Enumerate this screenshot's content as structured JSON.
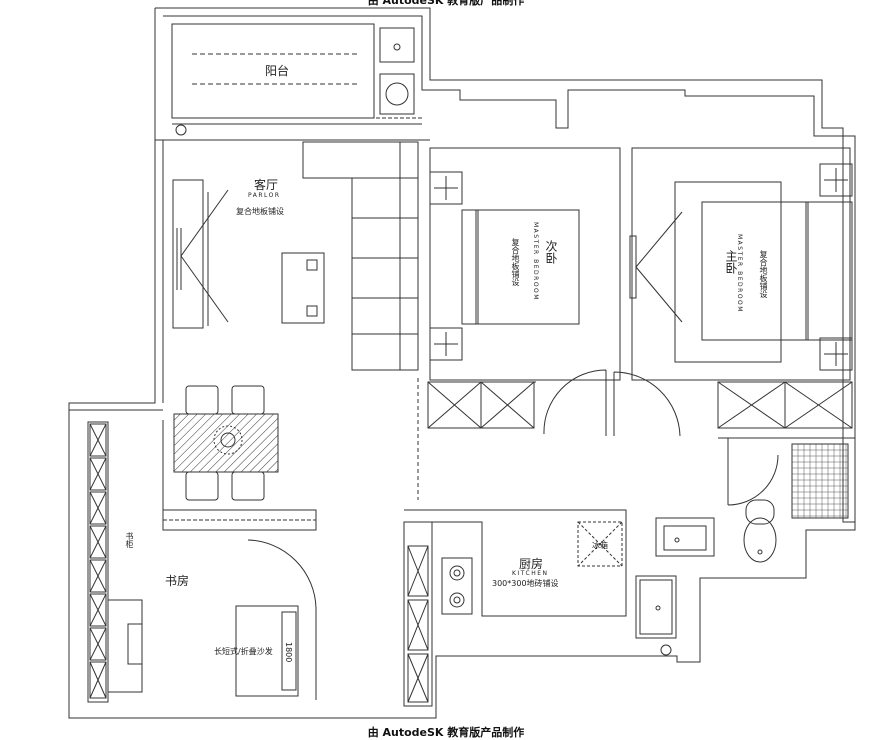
{
  "header": {
    "caption": "由 AutodeSK 教育版产品制作"
  },
  "footer": {
    "caption": "由 AutodeSK 教育版产品制作"
  },
  "rooms": {
    "balcony": {
      "label": "阳台"
    },
    "living": {
      "label": "客厅",
      "sub": "PARLOR",
      "note": "复合地板铺设"
    },
    "second_bedroom": {
      "label": "次卧",
      "sub": "MASTER BEDROOM",
      "note": "复合地板铺设"
    },
    "master_bedroom": {
      "label": "主卧",
      "sub": "MASTER BEDROOM",
      "note": "复合地板铺设"
    },
    "kitchen": {
      "label": "厨房",
      "sub": "KITCHEN",
      "note": "300*300地砖铺设",
      "fridge": "冰箱"
    },
    "study": {
      "label": "书房",
      "shelf": "书柜",
      "sofa": "长短式/折叠沙发",
      "dim": "1800"
    }
  },
  "colors": {
    "line": "#333333"
  }
}
